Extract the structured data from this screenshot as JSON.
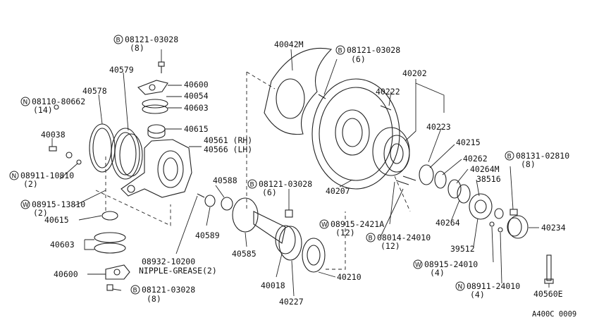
{
  "diagram": {
    "code": "A400C 0009",
    "labels": [
      {
        "id": "l1",
        "text": "08121-03028",
        "qty": "(8)",
        "sym": "B"
      },
      {
        "id": "l2",
        "text": "40579"
      },
      {
        "id": "l3",
        "text": "40578"
      },
      {
        "id": "l4",
        "text": "08110-80662",
        "qty": "(14)",
        "sym": "N"
      },
      {
        "id": "l5",
        "text": "40600"
      },
      {
        "id": "l6",
        "text": "40054"
      },
      {
        "id": "l7",
        "text": "40603"
      },
      {
        "id": "l8",
        "text": "40615"
      },
      {
        "id": "l9",
        "text": "40038"
      },
      {
        "id": "l10",
        "text": "40561 (RH)"
      },
      {
        "id": "l11",
        "text": "40566 (LH)"
      },
      {
        "id": "l12",
        "text": "08911-10810",
        "qty": "(2)",
        "sym": "N"
      },
      {
        "id": "l13",
        "text": "08915-13810",
        "qty": "(2)",
        "sym": "W"
      },
      {
        "id": "l14",
        "text": "40615"
      },
      {
        "id": "l15",
        "text": "40603"
      },
      {
        "id": "l16",
        "text": "40600"
      },
      {
        "id": "l17",
        "text": "08121-03028",
        "qty": "(8)",
        "sym": "B"
      },
      {
        "id": "l18",
        "text": "40588"
      },
      {
        "id": "l19",
        "text": "40589"
      },
      {
        "id": "l20",
        "text": "08932-10200"
      },
      {
        "id": "l21",
        "text": "NIPPLE-GREASE(2)"
      },
      {
        "id": "l22",
        "text": "40042M"
      },
      {
        "id": "l23",
        "text": "08121-03028",
        "qty": "(6)",
        "sym": "B"
      },
      {
        "id": "l24",
        "text": "08121-03028",
        "qty": "(6)",
        "sym": "B"
      },
      {
        "id": "l25",
        "text": "40207"
      },
      {
        "id": "l26",
        "text": "40585"
      },
      {
        "id": "l27",
        "text": "40018"
      },
      {
        "id": "l28",
        "text": "40227"
      },
      {
        "id": "l29",
        "text": "40210"
      },
      {
        "id": "l30",
        "text": "08915-2421A",
        "qty": "(12)",
        "sym": "W"
      },
      {
        "id": "l31",
        "text": "08014-24010",
        "qty": "(12)",
        "sym": "B"
      },
      {
        "id": "l32",
        "text": "40202"
      },
      {
        "id": "l33",
        "text": "40222"
      },
      {
        "id": "l34",
        "text": "40223"
      },
      {
        "id": "l35",
        "text": "40215"
      },
      {
        "id": "l36",
        "text": "40262"
      },
      {
        "id": "l37",
        "text": "40264M"
      },
      {
        "id": "l38",
        "text": "38516"
      },
      {
        "id": "l39",
        "text": "08131-02810",
        "qty": "(8)",
        "sym": "B"
      },
      {
        "id": "l40",
        "text": "40264"
      },
      {
        "id": "l41",
        "text": "40234"
      },
      {
        "id": "l42",
        "text": "39512"
      },
      {
        "id": "l43",
        "text": "08915-24010",
        "qty": "(4)",
        "sym": "W"
      },
      {
        "id": "l44",
        "text": "08911-24010",
        "qty": "(4)",
        "sym": "N"
      },
      {
        "id": "l45",
        "text": "40560E"
      }
    ]
  }
}
